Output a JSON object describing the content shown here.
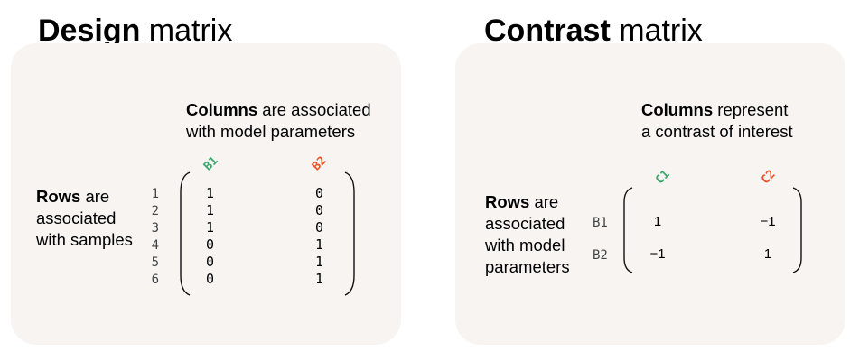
{
  "design": {
    "title_bold": "Design",
    "title_rest": " matrix",
    "columns_bold": "Columns",
    "columns_rest_1": " are associated",
    "columns_line2": "with model parameters",
    "rows_bold": "Rows",
    "rows_rest_1": " are",
    "rows_line2": "associated",
    "rows_line3": "with samples",
    "col_headers": [
      "B1",
      "B2"
    ],
    "row_labels": [
      "1",
      "2",
      "3",
      "4",
      "5",
      "6"
    ],
    "matrix": [
      [
        "1",
        "0"
      ],
      [
        "1",
        "0"
      ],
      [
        "1",
        "0"
      ],
      [
        "0",
        "1"
      ],
      [
        "0",
        "1"
      ],
      [
        "0",
        "1"
      ]
    ]
  },
  "contrast": {
    "title_bold": "Contrast",
    "title_rest": " matrix",
    "columns_bold": "Columns",
    "columns_rest_1": " represent",
    "columns_line2": "a contrast of interest",
    "rows_bold": "Rows",
    "rows_rest_1": " are",
    "rows_line2": "associated",
    "rows_line3": "with model",
    "rows_line4": "parameters",
    "col_headers": [
      "C1",
      "C2"
    ],
    "row_labels": [
      "B1",
      "B2"
    ],
    "matrix": [
      [
        "1",
        "−1"
      ],
      [
        "−1",
        "1"
      ]
    ]
  },
  "colors": {
    "panel_bg": "#f8f4f2",
    "first_column_header": "#3aa76d",
    "second_column_header": "#e8552b"
  }
}
